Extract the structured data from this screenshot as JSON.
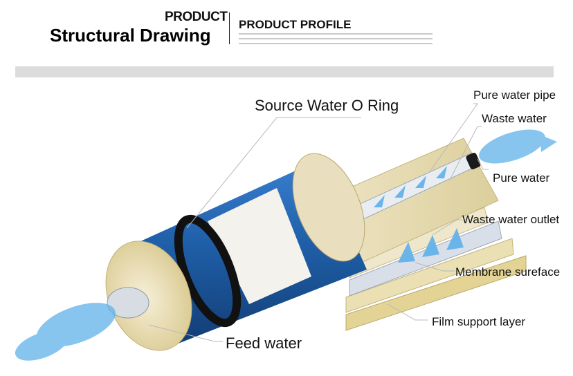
{
  "header": {
    "title_small": "PRODUCT",
    "title_big": "Structural Drawing",
    "profile": "PRODUCT PROFILE"
  },
  "labels": {
    "source_ring": "Source Water O Ring",
    "pure_pipe": "Pure water pipe",
    "waste_water": "Waste water",
    "pure_water": "Pure water",
    "waste_outlet": "Waste water outlet",
    "membrane": "Membrane sureface",
    "film_support": "Film support layer",
    "feed_water": "Feed water"
  },
  "colors": {
    "membrane_blue": "#1f5fa8",
    "band_gray": "#dcdcdc",
    "water_blue": "#4aa6e0"
  }
}
